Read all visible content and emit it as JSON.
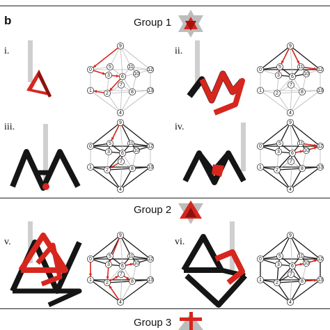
{
  "figure": {
    "panel_letter": "b",
    "groups": [
      {
        "label": "Group 1"
      },
      {
        "label": "Group 2"
      },
      {
        "label": "Group 3"
      }
    ],
    "subpanels": [
      {
        "label": "i."
      },
      {
        "label": "ii."
      },
      {
        "label": "iii."
      },
      {
        "label": "iv."
      },
      {
        "label": "v."
      },
      {
        "label": "vi."
      }
    ],
    "node_labels": [
      "0",
      "1",
      "2",
      "3",
      "4",
      "5",
      "6",
      "7",
      "8",
      "9",
      "10",
      "11",
      "12",
      "13"
    ],
    "colors": {
      "red": "#d7261e",
      "black": "#151515",
      "grey": "#b8b8b8",
      "rod": "#cfcfcf"
    }
  }
}
